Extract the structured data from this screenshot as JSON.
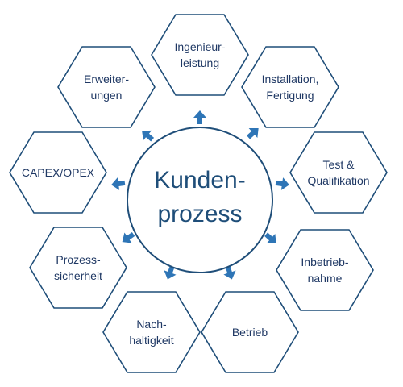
{
  "center": {
    "line1": "Kunden-",
    "line2": "prozess"
  },
  "colors": {
    "stroke": "#1f4e79",
    "arrow": "#2e75b6",
    "text": "#1f3864"
  },
  "nodes": [
    {
      "id": "ingenieurleistung",
      "lines": [
        "Ingenieur-",
        "leistung"
      ]
    },
    {
      "id": "installation-fertigung",
      "lines": [
        "Installation,",
        "Fertigung"
      ]
    },
    {
      "id": "test-qualifikation",
      "lines": [
        "Test &",
        "Qualifikation"
      ]
    },
    {
      "id": "inbetriebnahme",
      "lines": [
        "Inbetrieb-",
        "nahme"
      ]
    },
    {
      "id": "betrieb",
      "lines": [
        "Betrieb"
      ]
    },
    {
      "id": "nachhaltigkeit",
      "lines": [
        "Nach-",
        "haltigkeit"
      ]
    },
    {
      "id": "prozesssicherheit",
      "lines": [
        "Prozess-",
        "sicherheit"
      ]
    },
    {
      "id": "capex-opex",
      "lines": [
        "CAPEX/OPEX"
      ]
    },
    {
      "id": "erweiterungen",
      "lines": [
        "Erweiter-",
        "ungen"
      ]
    }
  ]
}
